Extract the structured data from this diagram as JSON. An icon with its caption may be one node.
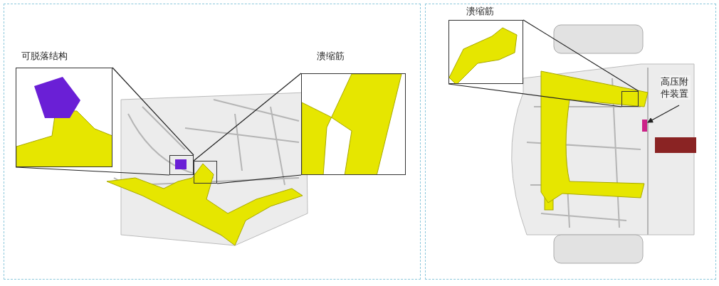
{
  "diagram": {
    "nodes": [
      {
        "text": [
          "可脱落结构"
        ]
      },
      {
        "text": [],
        "shape": "box"
      },
      {
        "text": [
          "溃缩筋"
        ]
      },
      {
        "text": [],
        "shape": "box"
      },
      {
        "text": [
          "溃缩筋"
        ]
      },
      {
        "text": [],
        "shape": "box"
      },
      {
        "text": [
          "高压附件装置"
        ]
      },
      {
        "text": [],
        "shape": "box"
      }
    ],
    "edges": [
      {
        "from": 0,
        "to": 1,
        "arrow": "none"
      },
      {
        "from": 0,
        "to": 1,
        "arrow": "none"
      },
      {
        "from": 2,
        "to": 3,
        "arrow": "none"
      },
      {
        "from": 2,
        "to": 3,
        "arrow": "none"
      },
      {
        "from": 4,
        "to": 5,
        "arrow": "none"
      },
      {
        "from": 4,
        "to": 5,
        "arrow": "none"
      },
      {
        "from": 6,
        "to": 7,
        "arrow": "to"
      }
    ]
  }
}
